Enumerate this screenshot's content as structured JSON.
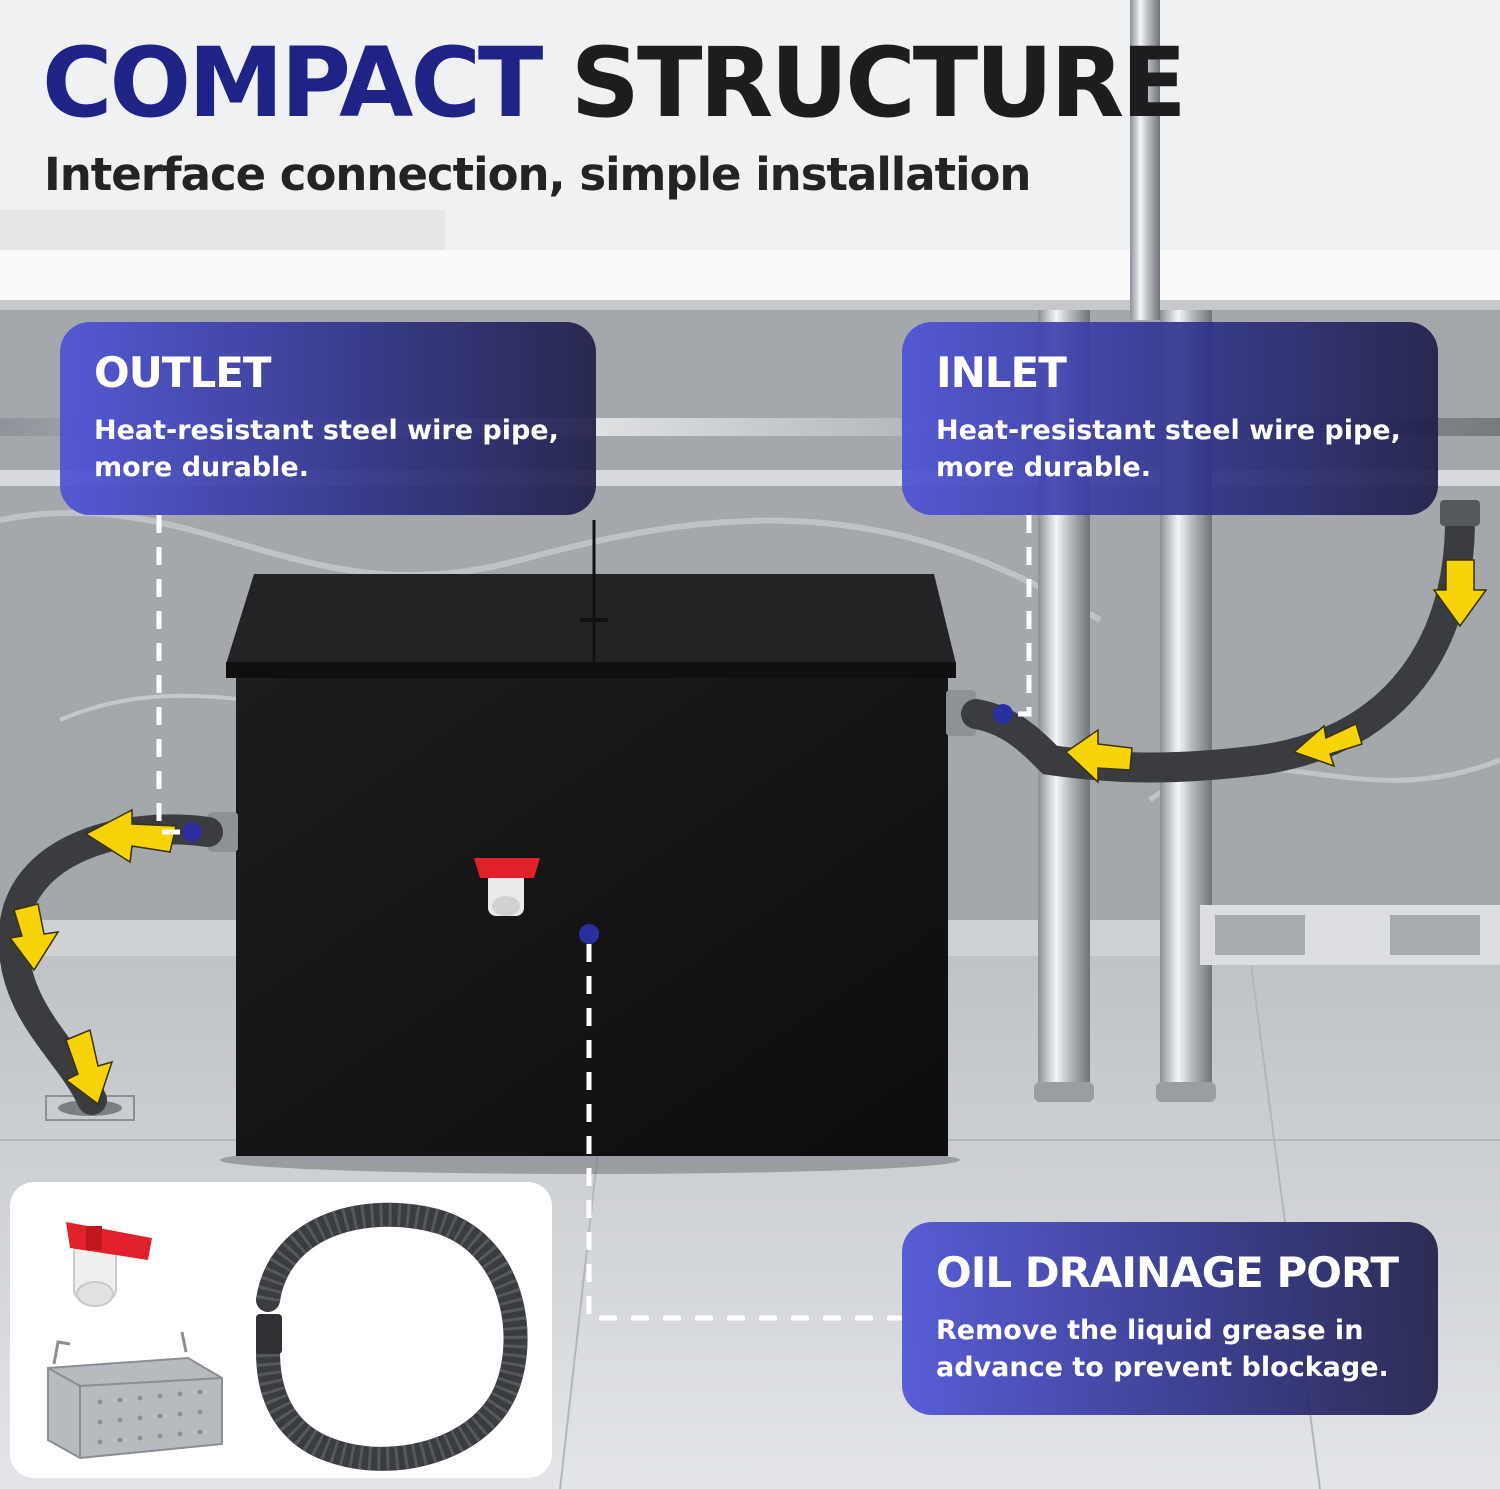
{
  "headline": {
    "word1": "COMPACT",
    "word2": "STRUCTURE"
  },
  "subheadline": "Interface connection, simple installation",
  "callouts": {
    "outlet": {
      "title": "OUTLET",
      "body": "Heat-resistant steel wire pipe, more durable."
    },
    "inlet": {
      "title": "INLET",
      "body": "Heat-resistant steel wire pipe, more durable."
    },
    "drain": {
      "title": "OIL DRAINAGE PORT",
      "body": "Remove the liquid grease in advance to prevent blockage."
    }
  },
  "colors": {
    "headline_accent": "#1e2385",
    "callout_gradient_start": "#4d52d6",
    "callout_gradient_end": "#1e1e48",
    "arrow": "#f7d40a",
    "valve_handle": "#e0202a",
    "tank": "#151515",
    "marker_dot": "#2a2fa0"
  },
  "icons": [
    "flow-arrow-icon",
    "ball-valve-icon",
    "basket-icon",
    "hose-icon",
    "floor-drain-icon"
  ]
}
